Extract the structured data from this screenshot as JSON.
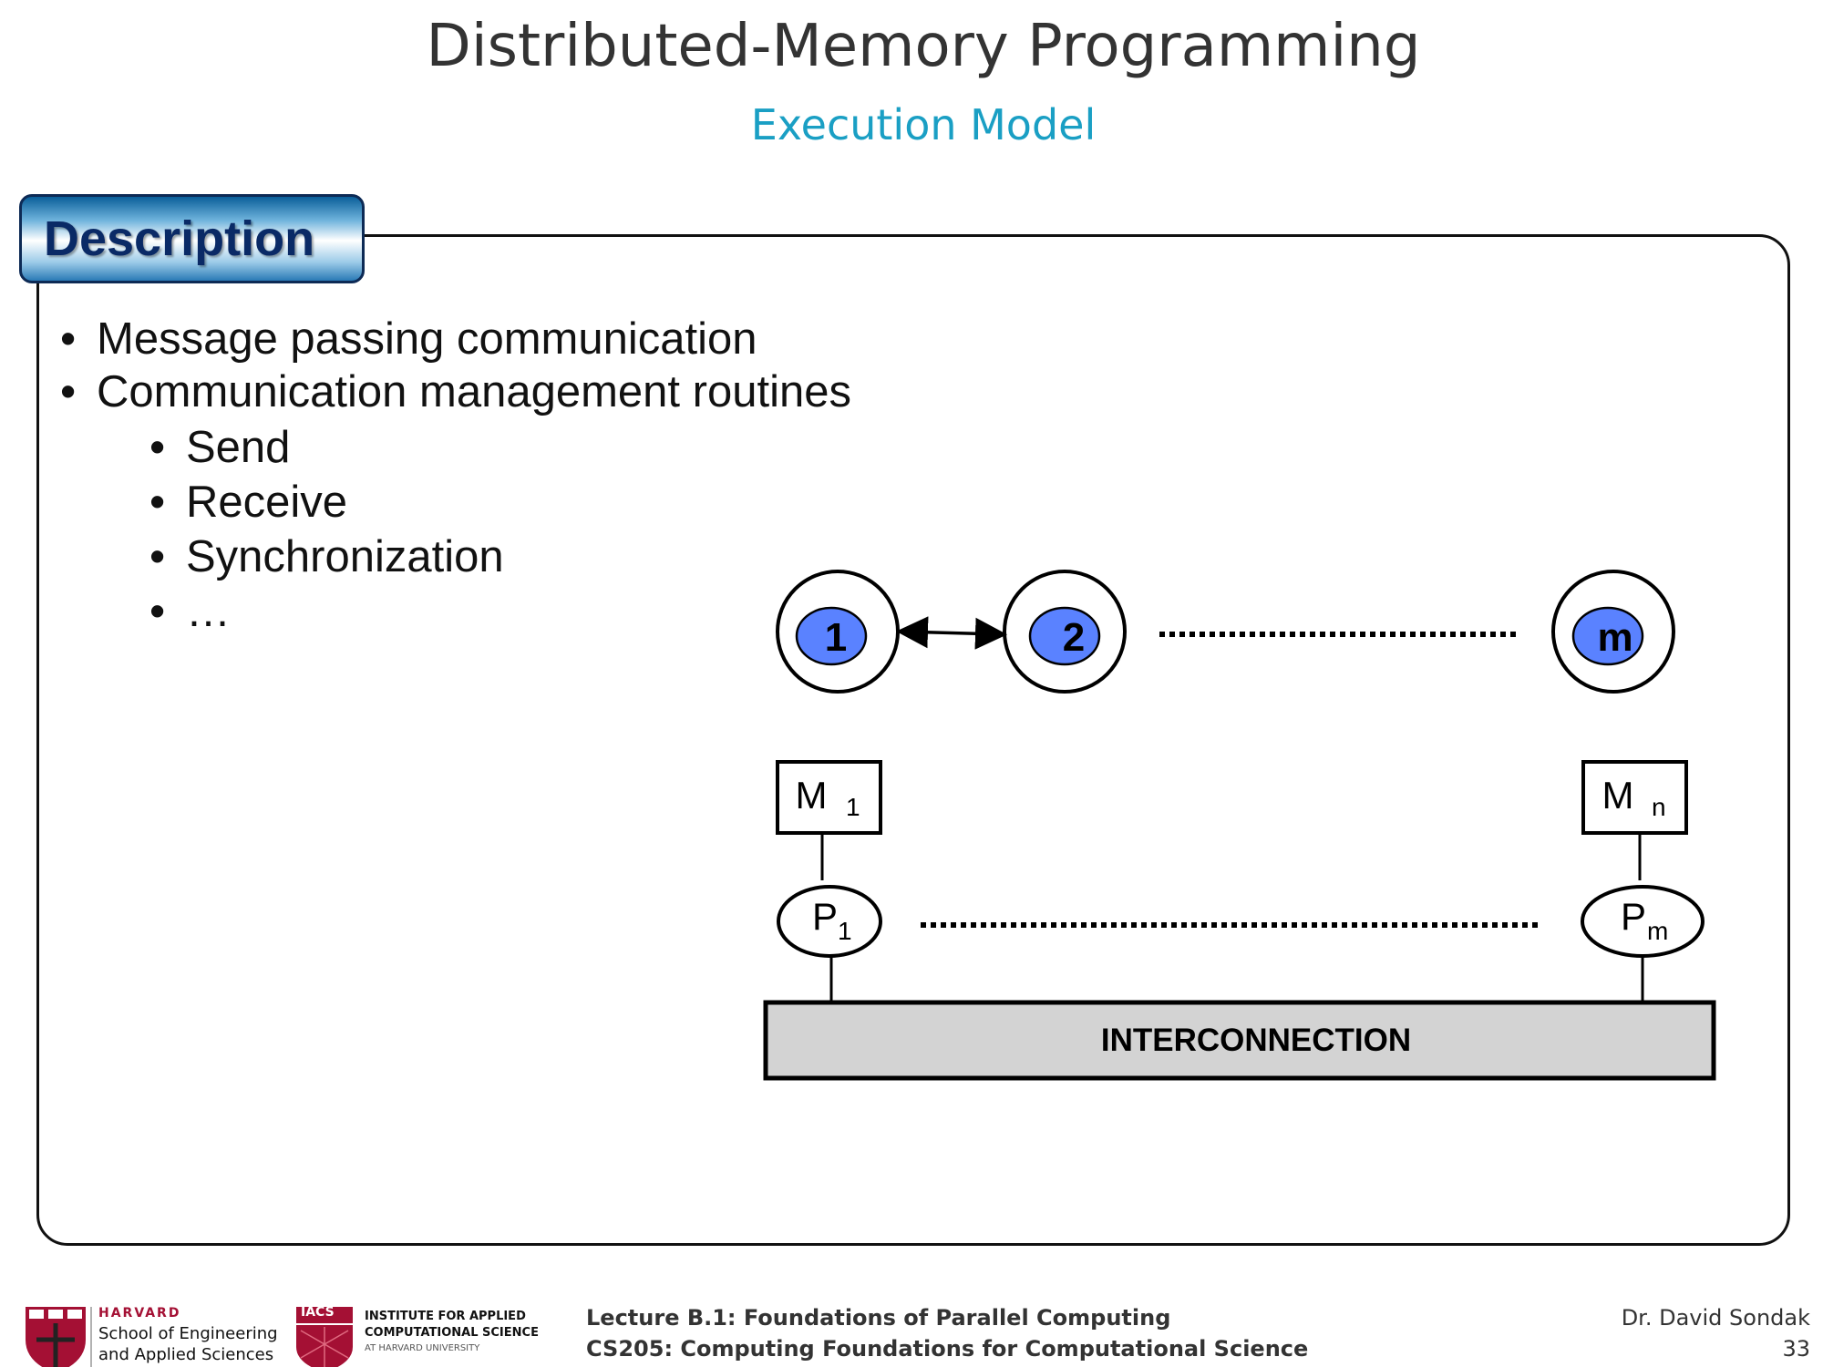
{
  "header": {
    "title": "Distributed-Memory Programming",
    "subtitle": "Execution Model"
  },
  "description": {
    "tab_label": "Description",
    "bullets": [
      "Message passing communication",
      "Communication management routines"
    ],
    "sub_bullets": [
      "Send",
      "Receive",
      "Synchronization",
      "…"
    ],
    "bullet_glyph": "•"
  },
  "diagram": {
    "processes": [
      "1",
      "2",
      "m"
    ],
    "memory_labels": [
      {
        "base": "M",
        "sub": "1"
      },
      {
        "base": "M",
        "sub": "n"
      }
    ],
    "processor_labels": [
      {
        "base": "P",
        "sub": "1"
      },
      {
        "base": "P",
        "sub": "m"
      }
    ],
    "interconnect_label": "INTERCONNECTION",
    "colors": {
      "process_fill": "#5a82ff",
      "interconnect_fill": "#d3d3d3"
    }
  },
  "footer": {
    "harvard_line1": "HARVARD",
    "harvard_line2": "School of Engineering",
    "harvard_line3": "and Applied Sciences",
    "iacs_badge": "IACS",
    "iacs_line1": "INSTITUTE FOR APPLIED",
    "iacs_line2": "COMPUTATIONAL SCIENCE",
    "iacs_line3": "AT HARVARD UNIVERSITY",
    "lecture": "Lecture B.1: Foundations of Parallel Computing",
    "course": "CS205: Computing Foundations for Computational Science",
    "author": "Dr. David Sondak",
    "page_number": "33"
  }
}
